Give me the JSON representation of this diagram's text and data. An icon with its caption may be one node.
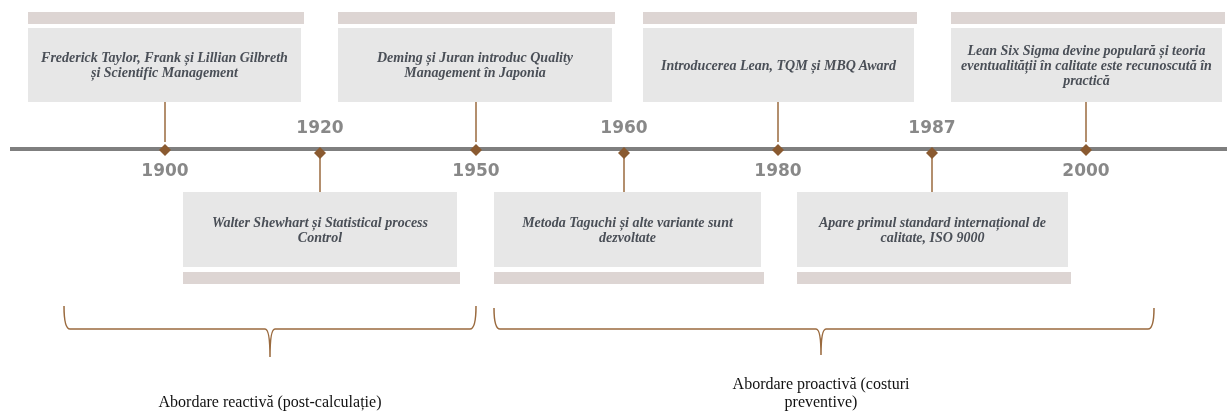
{
  "diagram": {
    "nodes": [
      {
        "text": [
          "Frederick Taylor, Frank și Lillian Gilbreth și Scientific Management"
        ]
      },
      {
        "text": [
          "Walter Shewhart și Statistical process Control"
        ]
      },
      {
        "text": [
          "Deming și Juran introduc Quality Management în Japonia"
        ]
      },
      {
        "text": [
          "Metoda Taguchi și alte variante sunt dezvoltate"
        ]
      },
      {
        "text": [
          "Introducerea Lean, TQM și MBQ Award"
        ]
      },
      {
        "text": [
          "Apare primul standard internațional de calitate, ISO 9000"
        ]
      },
      {
        "text": [
          "Lean Six Sigma devine populară și teoria eventualității în calitate este recunoscută în practică"
        ]
      },
      {
        "text": [],
        "shape": "diamond"
      },
      {
        "text": [],
        "shape": "diamond"
      },
      {
        "text": [],
        "shape": "diamond"
      },
      {
        "text": [],
        "shape": "diamond"
      },
      {
        "text": [],
        "shape": "diamond"
      },
      {
        "text": [],
        "shape": "diamond"
      },
      {
        "text": [],
        "shape": "diamond"
      }
    ],
    "edges": [
      {
        "from": 0,
        "to": 7,
        "arrow": "none"
      },
      {
        "from": 8,
        "to": 1,
        "arrow": "none"
      },
      {
        "from": 2,
        "to": 9,
        "arrow": "none"
      },
      {
        "from": 10,
        "to": 3,
        "arrow": "none"
      },
      {
        "from": 4,
        "to": 11,
        "arrow": "none"
      },
      {
        "from": 12,
        "to": 5,
        "arrow": "none"
      },
      {
        "from": 6,
        "to": 13,
        "arrow": "none"
      }
    ],
    "labels": [
      "1920",
      "1960",
      "1987",
      "1900",
      "1950",
      "1980",
      "2000",
      "Abordare reactivă (post-calculație)",
      "Abordare proactivă (costuri preventive)"
    ]
  }
}
